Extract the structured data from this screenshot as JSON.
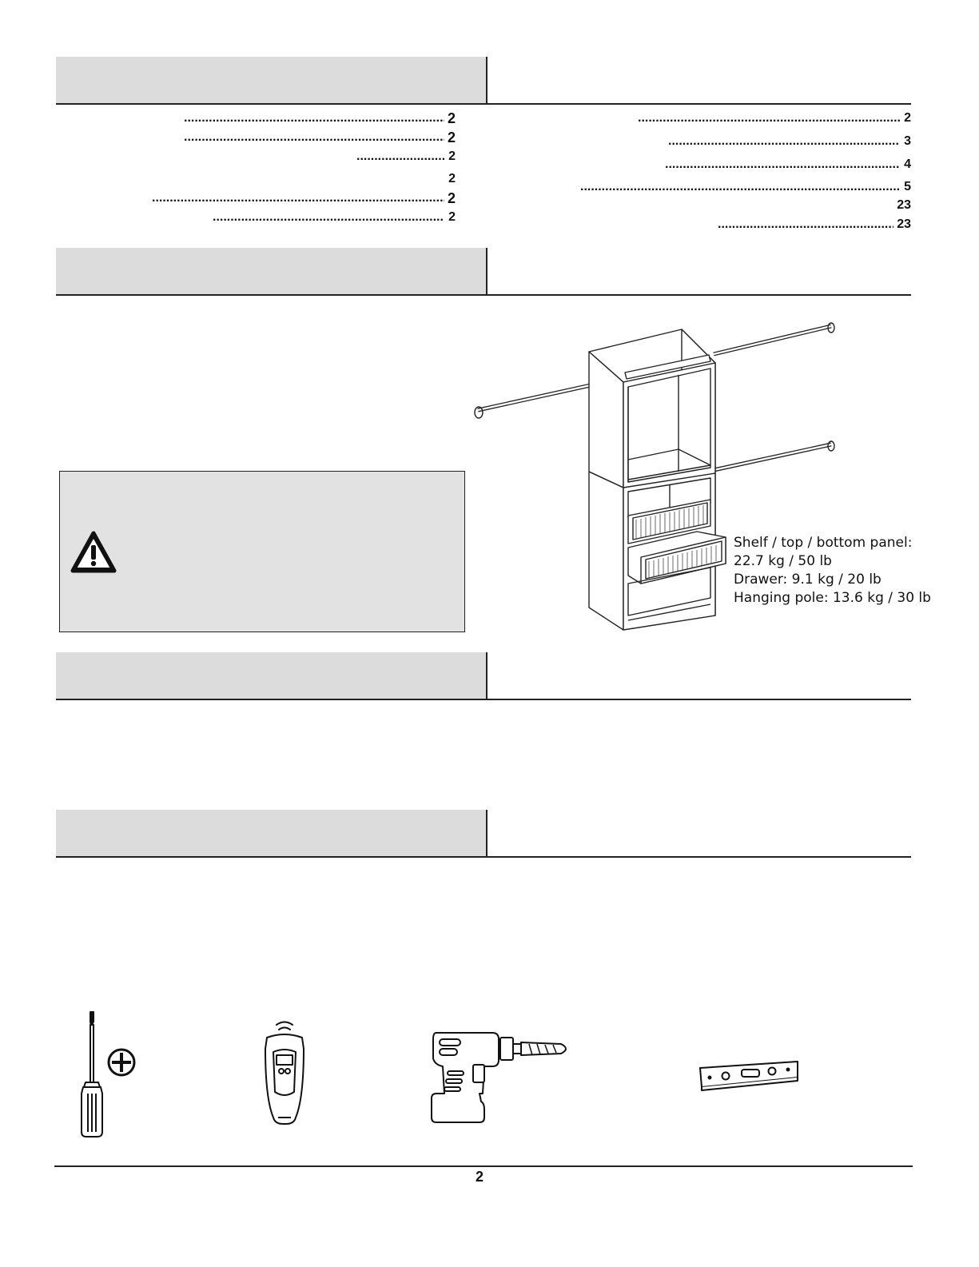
{
  "toc": {
    "left": [
      {
        "page": "2"
      },
      {
        "page": "2"
      },
      {
        "page": "2"
      },
      {
        "page": "2"
      },
      {
        "page": "2"
      },
      {
        "page": "2"
      }
    ],
    "right": [
      {
        "page": "2"
      },
      {
        "page": "3"
      },
      {
        "page": "4"
      },
      {
        "page": "5"
      },
      {
        "page": "23"
      },
      {
        "page": "23"
      }
    ]
  },
  "weights": {
    "line1": "Shelf / top / bottom panel:",
    "line2": "22.7 kg / 50 lb",
    "line3": "Drawer: 9.1 kg / 20 lb",
    "line4": "Hanging pole: 13.6 kg / 30 lb"
  },
  "icons": [
    "warning-icon",
    "screwdriver-icon",
    "phillips-icon",
    "stud-finder-icon",
    "drill-icon",
    "level-icon"
  ],
  "footer": {
    "page_number": "2"
  }
}
